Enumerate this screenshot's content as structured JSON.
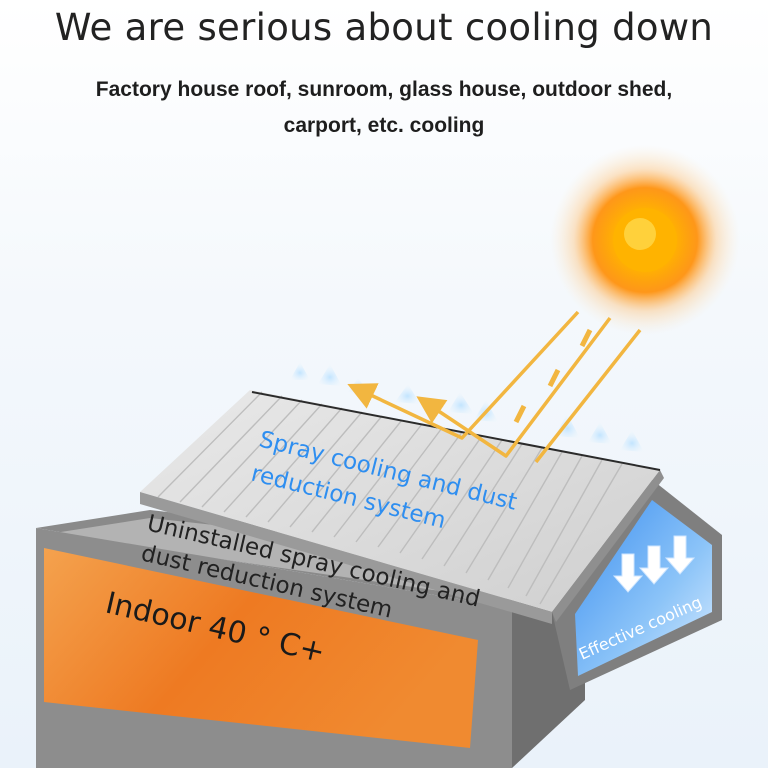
{
  "header": {
    "title": "We are serious about cooling down",
    "subtitle_line1": "Factory house roof, sunroom, glass house, outdoor shed,",
    "subtitle_line2": "carport, etc. cooling"
  },
  "labels": {
    "spray_line1": "Spray cooling and dust",
    "spray_line2": "reduction system",
    "uninstalled_line1": "Uninstalled spray cooling and",
    "uninstalled_line2": "dust reduction system",
    "indoor": "Indoor 40 ° C+",
    "effective": "Effective cooling"
  },
  "colors": {
    "label_blue": "#2e8ef0",
    "sun": "#ff9a00",
    "indoor_orange": "#f2802a",
    "roof": "#d9d9d9",
    "cool_blue": "#5aa8f0",
    "arrow_gold": "#f2b640"
  },
  "icons": [
    "sun-icon",
    "sun-ray-arrow-icon",
    "reflect-arrow-icon",
    "spray-mist-icon",
    "cool-down-arrow-icon"
  ]
}
